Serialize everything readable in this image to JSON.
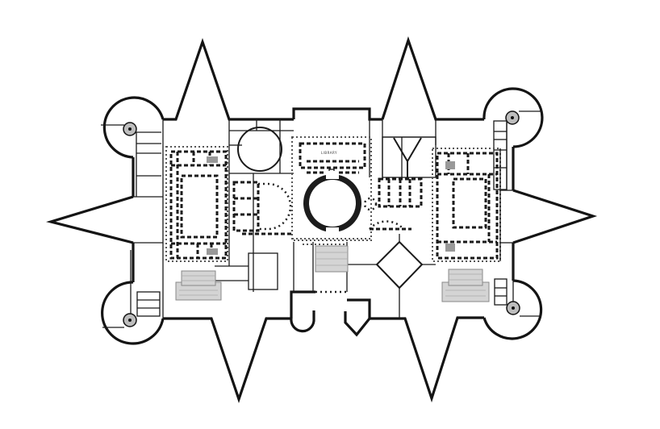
{
  "plan": {
    "type": "architectural floor plan",
    "style": "black line drawing on white",
    "colors": {
      "background": "#ffffff",
      "walls": "#141414",
      "stairs_fill": "#d4d4d4"
    },
    "labels": {
      "library": "LIBRARY"
    },
    "elements": {
      "outer_outline": "eight-pointed star-shaped perimeter with four spiral-stair towers at corners",
      "star_points": [
        "top-left",
        "top-right",
        "left",
        "right",
        "bottom-left",
        "bottom-right"
      ],
      "corner_towers": [
        "north-west",
        "north-east",
        "south-west",
        "south-east"
      ],
      "wings": [
        "west courtyard wing",
        "central domed rotunda block",
        "east courtyard wing"
      ],
      "rooms": [
        "circular room",
        "west apse hall",
        "central rotunda",
        "east apse hall",
        "small round chamber",
        "Y-shaped partition room",
        "diamond room",
        "entrance portal with apses"
      ],
      "stairs": [
        "west entrance stair",
        "central entrance stair",
        "east entrance stair"
      ]
    }
  }
}
